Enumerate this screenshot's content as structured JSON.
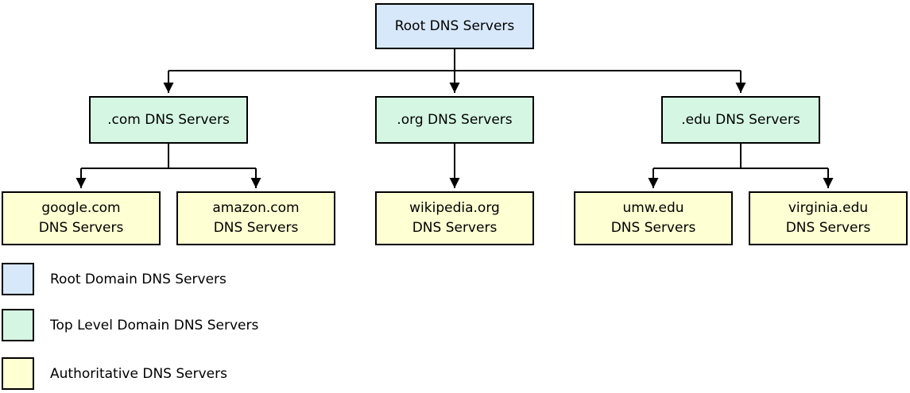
{
  "nodes": {
    "root": {
      "label": "Root DNS Servers"
    },
    "tld": [
      {
        "label": ".com DNS Servers"
      },
      {
        "label": ".org DNS Servers"
      },
      {
        "label": ".edu DNS Servers"
      }
    ],
    "authoritative": [
      {
        "label": "google.com\nDNS Servers"
      },
      {
        "label": "amazon.com\nDNS Servers"
      },
      {
        "label": "wikipedia.org\nDNS Servers"
      },
      {
        "label": "umw.edu\nDNS Servers"
      },
      {
        "label": "virginia.edu\nDNS Servers"
      }
    ]
  },
  "legend": [
    {
      "label": "Root Domain DNS Servers",
      "color": "#d7e8fa"
    },
    {
      "label": "Top Level Domain DNS Servers",
      "color": "#d5f6e3"
    },
    {
      "label": "Authoritative DNS Servers",
      "color": "#feffd2"
    }
  ],
  "colors": {
    "root_fill": "#d7e8fa",
    "tld_fill": "#d5f6e3",
    "authoritative_fill": "#feffd2",
    "border": "#000000",
    "connector": "#000000",
    "background": "#ffffff"
  }
}
